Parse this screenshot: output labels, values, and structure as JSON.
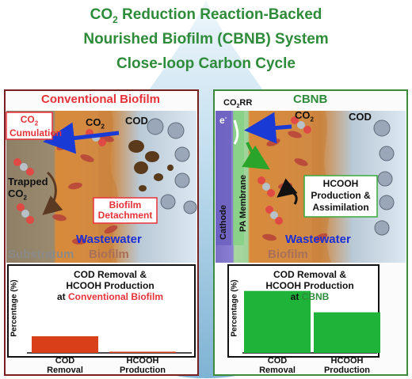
{
  "title": {
    "line1_pre": "CO",
    "line1_sub": "2",
    "line1_post": " Reduction Reaction-Backed",
    "line2": "Nourished Biofilm (CBNB) System",
    "line3": "Close-loop Carbon Cycle"
  },
  "left_panel": {
    "heading": "Conventional Biofilm",
    "co2_cumulation": {
      "pre": "CO",
      "sub": "2",
      "post": "Cumulation"
    },
    "co2_label": {
      "pre": "CO",
      "sub": "2"
    },
    "cod_label": "COD",
    "trapped": {
      "line1": "Trapped",
      "pre": "CO",
      "sub": "2"
    },
    "detachment": {
      "line1": "Biofilm",
      "line2": "Detachment"
    },
    "wastewater": "Wastewater",
    "substratum": "Substratum",
    "biofilm": "Biofilm",
    "chart_title_1": "COD Removal &",
    "chart_title_2": "HCOOH Production",
    "chart_title_3_pre": "at ",
    "chart_title_3_highlight": "Conventional Biofilm",
    "ylabel": "Percentage (%)",
    "x1": {
      "line1": "COD",
      "line2": "Removal"
    },
    "x2": {
      "line1": "HCOOH",
      "line2": "Production"
    }
  },
  "right_panel": {
    "heading": "CBNB",
    "co2rr": {
      "pre": "CO",
      "sub": "2",
      "post": "RR"
    },
    "electron": {
      "base": "e",
      "sup": "-"
    },
    "co2_label": {
      "pre": "CO",
      "sub": "2"
    },
    "cod_label": "COD",
    "cathode": "Cathode",
    "pa_membrane": "PA Membrane",
    "hcooh_box": {
      "line1": "HCOOH",
      "line2": "Production &",
      "line3": "Assimilation"
    },
    "wastewater": "Wastewater",
    "biofilm": "Biofilm",
    "chart_title_1": "COD Removal &",
    "chart_title_2": "HCOOH Production",
    "chart_title_3_pre": "at ",
    "chart_title_3_highlight": "CBNB",
    "ylabel": "Percentage (%)",
    "x1": {
      "line1": "COD",
      "line2": "Removal"
    },
    "x2": {
      "line1": "HCOOH",
      "line2": "Production"
    }
  },
  "colors": {
    "title_green": "#2e8b3a",
    "left_frame": "#7a1f1f",
    "right_frame": "#3d8b3a",
    "bar_orange": "#d9401a",
    "bar_green": "#1fb33a",
    "wastewater_blue": "#1a2fd6",
    "biofilm_brown": "#a8705a",
    "callout_red": "#e8323a",
    "callout_green": "#3aa83a"
  },
  "chart_data": [
    {
      "type": "bar",
      "categories": [
        "COD Removal",
        "HCOOH Production"
      ],
      "values": [
        30,
        1
      ],
      "ylim": [
        0,
        100
      ],
      "ylabel": "Percentage (%)",
      "title": "COD Removal & HCOOH Production at Conventional Biofilm",
      "grid": false
    },
    {
      "type": "bar",
      "categories": [
        "COD Removal",
        "HCOOH Production"
      ],
      "values": [
        87,
        57
      ],
      "ylim": [
        0,
        100
      ],
      "ylabel": "Percentage (%)",
      "title": "COD Removal & HCOOH Production at CBNB",
      "grid": false
    }
  ]
}
